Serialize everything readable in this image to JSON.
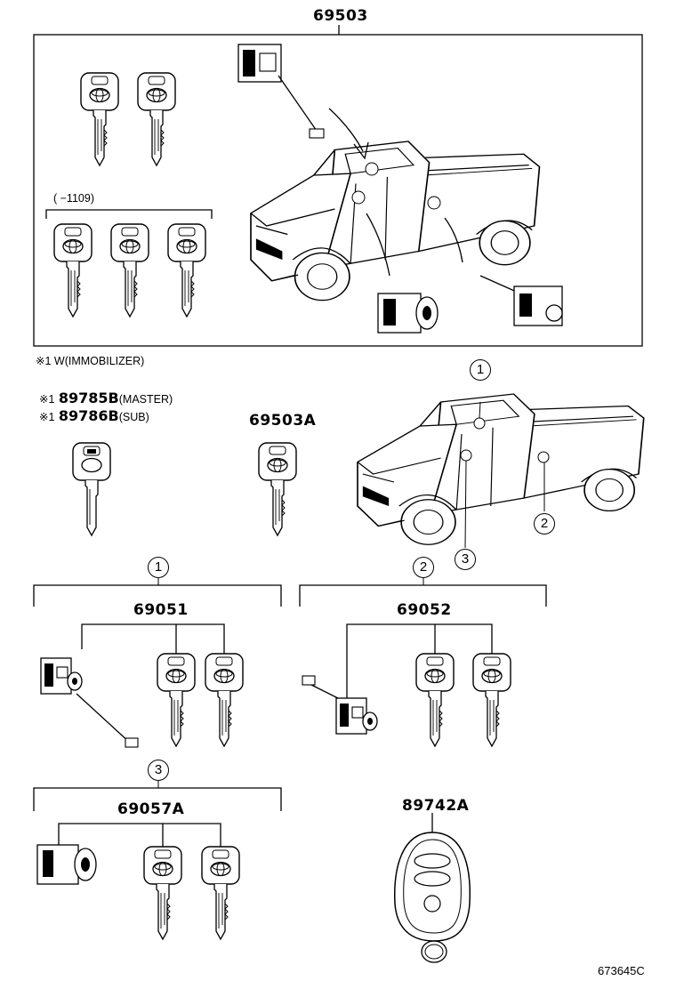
{
  "title_part": "69503",
  "immobilizer_note": "※1  W(IMMOBILIZER)",
  "date_note": "(      −1109)",
  "master_key": {
    "mark": "※1",
    "part": "89785B",
    "label": "(MASTER)"
  },
  "sub_key": {
    "mark": "※1",
    "part": "89786B",
    "label": "(SUB)"
  },
  "key_part": "69503A",
  "callouts": [
    "1",
    "2",
    "3"
  ],
  "group1": {
    "callout": "1",
    "part": "69051"
  },
  "group2": {
    "callout": "2",
    "part": "69052"
  },
  "group3": {
    "callout": "3",
    "part": "69057A"
  },
  "remote_part": "89742A",
  "diagram_code": "673645C"
}
